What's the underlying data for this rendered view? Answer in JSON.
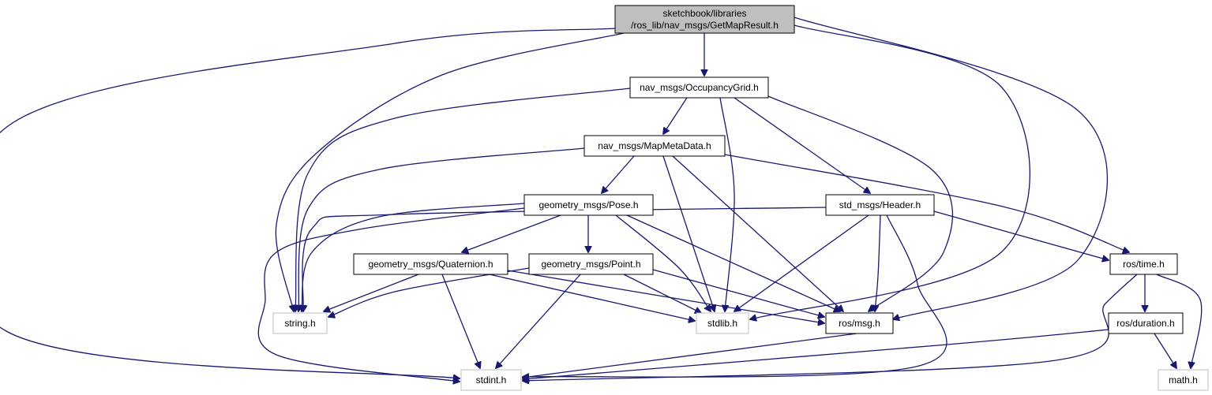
{
  "diagram": {
    "colors": {
      "edge": "#191970",
      "node_fill": "#ffffff",
      "node_border": "#000000",
      "root_fill": "#bfbfbf",
      "external_border": "#bfbfbf"
    },
    "nodes": [
      {
        "id": "root",
        "lines": [
          "sketchbook/libraries",
          "/ros_lib/nav_msgs/GetMapResult.h"
        ],
        "style": "root"
      },
      {
        "id": "occupancy",
        "lines": [
          "nav_msgs/OccupancyGrid.h"
        ],
        "style": "normal"
      },
      {
        "id": "mapmeta",
        "lines": [
          "nav_msgs/MapMetaData.h"
        ],
        "style": "normal"
      },
      {
        "id": "pose",
        "lines": [
          "geometry_msgs/Pose.h"
        ],
        "style": "normal"
      },
      {
        "id": "header",
        "lines": [
          "std_msgs/Header.h"
        ],
        "style": "normal"
      },
      {
        "id": "quat",
        "lines": [
          "geometry_msgs/Quaternion.h"
        ],
        "style": "normal"
      },
      {
        "id": "point",
        "lines": [
          "geometry_msgs/Point.h"
        ],
        "style": "normal"
      },
      {
        "id": "time",
        "lines": [
          "ros/time.h"
        ],
        "style": "normal"
      },
      {
        "id": "string",
        "lines": [
          "string.h"
        ],
        "style": "external"
      },
      {
        "id": "stdlib",
        "lines": [
          "stdlib.h"
        ],
        "style": "external"
      },
      {
        "id": "msg",
        "lines": [
          "ros/msg.h"
        ],
        "style": "normal"
      },
      {
        "id": "duration",
        "lines": [
          "ros/duration.h"
        ],
        "style": "normal"
      },
      {
        "id": "stdint",
        "lines": [
          "stdint.h"
        ],
        "style": "external"
      },
      {
        "id": "math",
        "lines": [
          "math.h"
        ],
        "style": "external"
      }
    ],
    "edges": [
      {
        "from": "root",
        "to": "occupancy"
      },
      {
        "from": "root",
        "to": "stdint"
      },
      {
        "from": "root",
        "to": "string"
      },
      {
        "from": "root",
        "to": "stdlib"
      },
      {
        "from": "root",
        "to": "msg"
      },
      {
        "from": "occupancy",
        "to": "mapmeta"
      },
      {
        "from": "occupancy",
        "to": "string"
      },
      {
        "from": "occupancy",
        "to": "stdlib"
      },
      {
        "from": "occupancy",
        "to": "header"
      },
      {
        "from": "occupancy",
        "to": "msg"
      },
      {
        "from": "mapmeta",
        "to": "pose"
      },
      {
        "from": "mapmeta",
        "to": "string"
      },
      {
        "from": "mapmeta",
        "to": "stdlib"
      },
      {
        "from": "mapmeta",
        "to": "msg"
      },
      {
        "from": "mapmeta",
        "to": "time"
      },
      {
        "from": "pose",
        "to": "quat"
      },
      {
        "from": "pose",
        "to": "point"
      },
      {
        "from": "pose",
        "to": "string"
      },
      {
        "from": "pose",
        "to": "stdint"
      },
      {
        "from": "pose",
        "to": "stdlib"
      },
      {
        "from": "pose",
        "to": "msg"
      },
      {
        "from": "header",
        "to": "string"
      },
      {
        "from": "header",
        "to": "stdlib"
      },
      {
        "from": "header",
        "to": "msg"
      },
      {
        "from": "header",
        "to": "stdint"
      },
      {
        "from": "header",
        "to": "time"
      },
      {
        "from": "quat",
        "to": "string"
      },
      {
        "from": "quat",
        "to": "stdlib"
      },
      {
        "from": "quat",
        "to": "msg"
      },
      {
        "from": "quat",
        "to": "stdint"
      },
      {
        "from": "point",
        "to": "string"
      },
      {
        "from": "point",
        "to": "stdlib"
      },
      {
        "from": "point",
        "to": "msg"
      },
      {
        "from": "point",
        "to": "stdint"
      },
      {
        "from": "msg",
        "to": "stdint"
      },
      {
        "from": "time",
        "to": "duration"
      },
      {
        "from": "time",
        "to": "math"
      },
      {
        "from": "time",
        "to": "stdint"
      },
      {
        "from": "duration",
        "to": "stdint"
      },
      {
        "from": "duration",
        "to": "math"
      }
    ]
  }
}
